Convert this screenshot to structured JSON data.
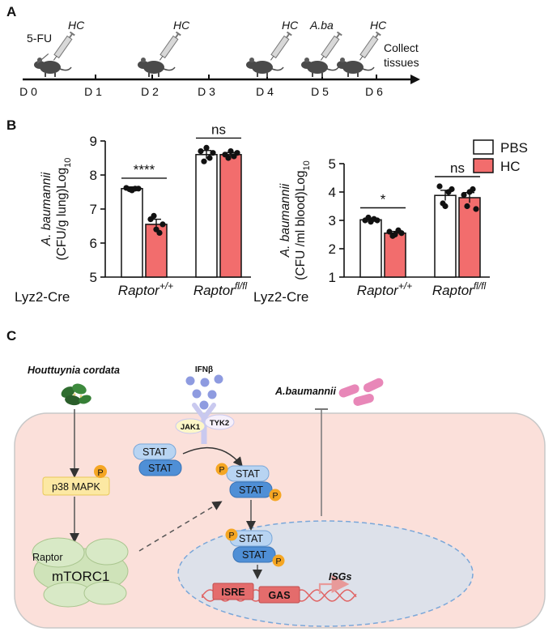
{
  "panels": {
    "a": "A",
    "b": "B",
    "c": "C"
  },
  "timeline": {
    "days": [
      "D 0",
      "D 1",
      "D 2",
      "D 3",
      "D 4",
      "D 5",
      "D 6"
    ],
    "label_5fu": "5-FU",
    "label_hc": "HC",
    "label_aba": "A.ba",
    "collect_line1": "Collect",
    "collect_line2": "tissues"
  },
  "legend": {
    "pbs": "PBS",
    "hc": "HC"
  },
  "colors": {
    "pbs": "#ffffff",
    "hc": "#f26d6d",
    "axis": "#111111"
  },
  "groups": {
    "g1": "Raptor",
    "g1_sup": "+/+",
    "g2": "Raptor",
    "g2_sup": "fl/fl",
    "rowlabel": "Lyz2-Cre"
  },
  "chart_data": [
    {
      "type": "bar",
      "ylabel_line1": "A. baumannii",
      "ylabel_line2": "(CFU/g lung)Log",
      "ylabel_sub": "10",
      "ylim": [
        5,
        9
      ],
      "yticks": [
        5,
        6,
        7,
        8,
        9
      ],
      "categories": [
        "Raptor+/+",
        "Raptorfl/fl"
      ],
      "series": [
        {
          "name": "PBS",
          "values": [
            7.6,
            8.6
          ],
          "sem": [
            0.05,
            0.12
          ],
          "points": [
            [
              7.62,
              7.58,
              7.55,
              7.6,
              7.6
            ],
            [
              8.7,
              8.4,
              8.8,
              8.5,
              8.65
            ]
          ]
        },
        {
          "name": "HC",
          "values": [
            6.55,
            8.6
          ],
          "sem": [
            0.15,
            0.06
          ],
          "points": [
            [
              6.7,
              6.8,
              6.4,
              6.3,
              6.55
            ],
            [
              8.6,
              8.5,
              8.7,
              8.55,
              8.65
            ]
          ]
        }
      ],
      "significance": [
        "****",
        "ns"
      ]
    },
    {
      "type": "bar",
      "ylabel_line1": "A. baumannii",
      "ylabel_line2": "(CFU /ml blood)Log",
      "ylabel_sub": "10",
      "ylim": [
        1,
        5
      ],
      "yticks": [
        1,
        2,
        3,
        4,
        5
      ],
      "categories": [
        "Raptor+/+",
        "Raptorfl/fl"
      ],
      "series": [
        {
          "name": "PBS",
          "values": [
            3.02,
            3.88
          ],
          "sem": [
            0.06,
            0.18
          ],
          "points": [
            [
              3.0,
              3.1,
              2.95,
              3.05,
              3.0
            ],
            [
              4.2,
              3.6,
              3.5,
              4.0,
              4.1
            ]
          ]
        },
        {
          "name": "HC",
          "values": [
            2.55,
            3.8
          ],
          "sem": [
            0.06,
            0.18
          ],
          "points": [
            [
              2.6,
              2.45,
              2.5,
              2.65,
              2.55
            ],
            [
              3.9,
              3.5,
              4.0,
              4.1,
              3.4
            ]
          ]
        }
      ],
      "significance": [
        "*",
        "ns"
      ]
    }
  ],
  "pathway": {
    "houttuynia": "Houttuynia cordata",
    "ifnb": "IFNβ",
    "jak1": "JAK1",
    "tyk2": "TYK2",
    "stat": "STAT",
    "p": "P",
    "p38": "p38 MAPK",
    "raptor": "Raptor",
    "mtorc1": "mTORC1",
    "abaumannii": "A.baumannii",
    "isre": "ISRE",
    "gas": "GAS",
    "isgs": "ISGs"
  }
}
